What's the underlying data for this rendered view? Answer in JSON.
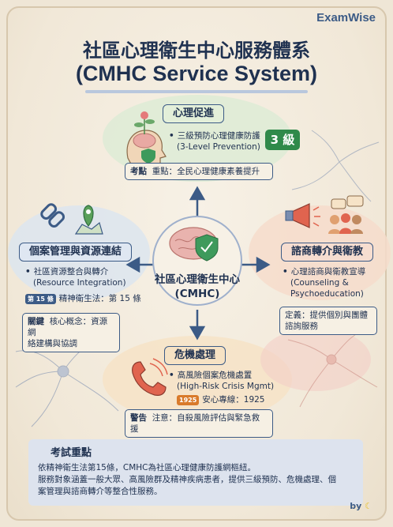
{
  "brand": "ExamWise",
  "title": {
    "line1": "社區心理衛生中心服務體系",
    "line2": "(CMHC Service System)"
  },
  "center": {
    "line1": "社區心理衛生中心",
    "line2": "(CMHC)"
  },
  "top": {
    "title": "心理促進",
    "bullet_zh": "三級預防心理健康防護",
    "bullet_en": "(3-Level Prevention)",
    "badge": "3 級",
    "note_tag": "考點",
    "note_text": "重點：全民心理健康素養提升"
  },
  "left": {
    "title": "個案管理與資源連結",
    "bullet_zh": "社區資源整合與轉介",
    "bullet_en": "(Resource Integration)",
    "law_tag": "第 15 條",
    "law_text": "精神衛生法：第 15 條",
    "note_tag": "關鍵",
    "note_line1": "核心概念：資源網",
    "note_line2": "絡建構與協調"
  },
  "right": {
    "title": "諮商轉介與衛教",
    "bullet_zh": "心理諮商與衛教宣導",
    "bullet_en1": "(Counseling &",
    "bullet_en2": "Psychoeducation)",
    "note_line1": "定義：提供個別與團體",
    "note_line2": "諮詢服務"
  },
  "bottom_node": {
    "title": "危機處理",
    "bullet_zh": "高風險個案危機處置",
    "bullet_en": "(High-Risk Crisis Mgmt)",
    "hotline_tag": "1925",
    "hotline_text": "安心專線：1925",
    "note_tag": "警告",
    "note_text": "注意：自殺風險評估與緊急救援"
  },
  "summary": {
    "title": "考試重點",
    "line1": "依精神衛生法第15條，CMHC為社區心理健康防護網樞紐。",
    "line2": "服務對象涵蓋一般大眾、高風險群及精神疾病患者，提供三級預防、危機處理、個",
    "line3": "案管理與諮商轉介等整合性服務。"
  },
  "byline": "by",
  "colors": {
    "navy": "#1f3150",
    "accent": "#3c5b86",
    "green": "#2f8a4a",
    "orange": "#d97a2b",
    "paper": "#efe6d6"
  }
}
